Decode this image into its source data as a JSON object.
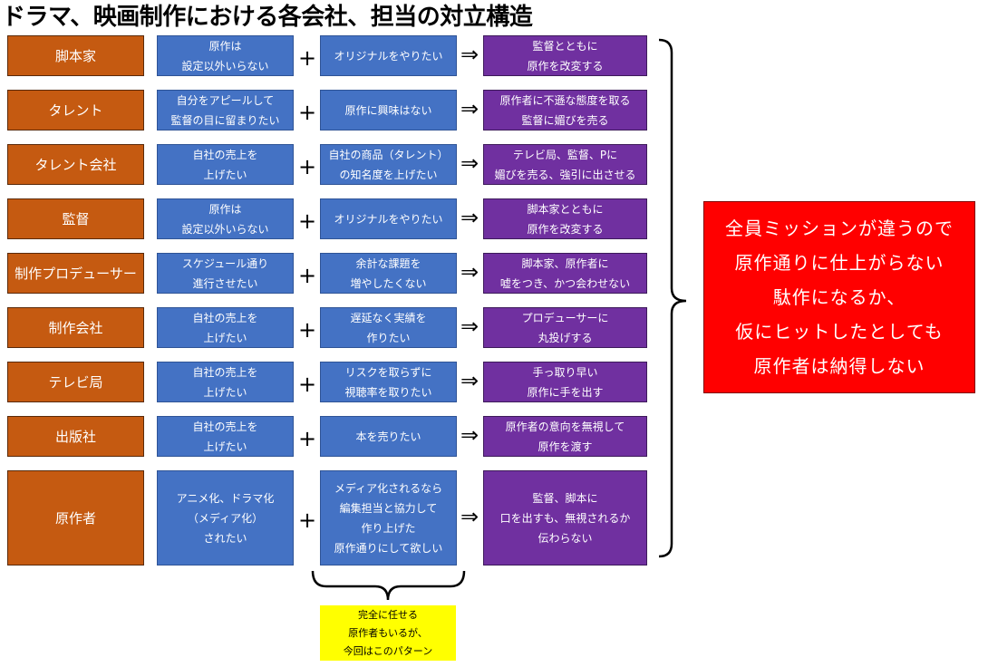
{
  "title": "ドラマ、映画制作における各会社、担当の対立構造",
  "plus_symbol": "+",
  "arrow_symbol": "⇒",
  "rows": [
    {
      "role": "脚本家",
      "want1": "原作は\n設定以外いらない",
      "want2": "オリジナルをやりたい",
      "action": "監督とともに\n原作を改変する"
    },
    {
      "role": "タレント",
      "want1": "自分をアピールして\n監督の目に留まりたい",
      "want2": "原作に興味はない",
      "action": "原作者に不遜な態度を取る\n監督に媚びを売る"
    },
    {
      "role": "タレント会社",
      "want1": "自社の売上を\n上げたい",
      "want2": "自社の商品（タレント）\nの知名度を上げたい",
      "action": "テレビ局、監督、Pに\n媚びを売る、強引に出させる"
    },
    {
      "role": "監督",
      "want1": "原作は\n設定以外いらない",
      "want2": "オリジナルをやりたい",
      "action": "脚本家とともに\n原作を改変する"
    },
    {
      "role": "制作プロデューサー",
      "want1": "スケジュール通り\n進行させたい",
      "want2": "余計な課題を\n増やしたくない",
      "action": "脚本家、原作者に\n嘘をつき、かつ会わせない"
    },
    {
      "role": "制作会社",
      "want1": "自社の売上を\n上げたい",
      "want2": "遅延なく実績を\n作りたい",
      "action": "プロデューサーに\n丸投げする"
    },
    {
      "role": "テレビ局",
      "want1": "自社の売上を\n上げたい",
      "want2": "リスクを取らずに\n視聴率を取りたい",
      "action": "手っ取り早い\n原作に手を出す"
    },
    {
      "role": "出版社",
      "want1": "自社の売上を\n上げたい",
      "want2": "本を売りたい",
      "action": "原作者の意向を無視して\n原作を渡す"
    },
    {
      "role": "原作者",
      "want1": "アニメ化、ドラマ化\n（メディア化）\nされたい",
      "want2": "メディア化されるなら\n編集担当と協力して\n作り上げた\n原作通りにして欲しい",
      "action": "監督、脚本に\n口を出すも、無視されるか\n伝わらない"
    }
  ],
  "conclusion": "全員ミッションが違うので\n原作通りに仕上がらない\n駄作になるか、\n仮にヒットしたとしても\n原作者は納得しない",
  "note": "完全に任せる\n原作者もいるが、\n今回はこのパターン",
  "colors": {
    "role": "#c55a11",
    "want": "#4472c4",
    "action": "#7030a0",
    "conclusion": "#ff0000",
    "note": "#ffff00"
  }
}
